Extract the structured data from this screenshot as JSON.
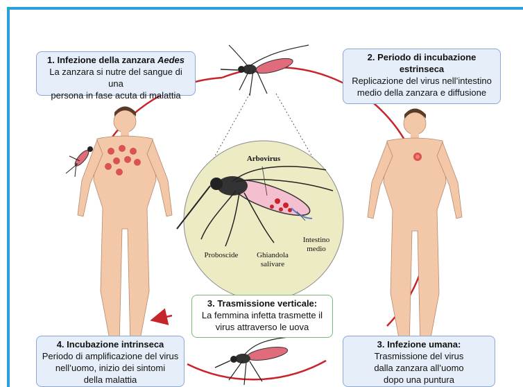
{
  "step1": {
    "title_prefix": "1. Infezione della zanzara ",
    "title_italic": "Aedes",
    "lines": [
      "La zanzara si nutre del sangue di una",
      "persona in fase acuta di malattia"
    ]
  },
  "step2": {
    "title_lines": [
      "2. Periodo di incubazione",
      "estrinseca"
    ],
    "lines": [
      "Replicazione del virus nell’intestino",
      "medio della zanzara e diffusione"
    ]
  },
  "step3_vertical": {
    "title": "3. Trasmissione verticale:",
    "lines": [
      "La femmina infetta trasmette il",
      "virus attraverso le uova"
    ]
  },
  "step3_human": {
    "title": "3. Infezione umana:",
    "lines": [
      "Trasmissione del virus",
      "dalla zanzara all’uomo",
      "dopo una puntura"
    ]
  },
  "step4": {
    "title": "4. Incubazione intrinseca",
    "lines": [
      "Periodo di amplificazione del virus",
      "nell’uomo, inizio dei sintomi",
      "della malattia"
    ]
  },
  "center_labels": {
    "arbovirus": "Arbovirus",
    "proboscide": "Proboscide",
    "ghiandola_1": "Ghiandola",
    "ghiandola_2": "salivare",
    "intestino_1": "Intestino",
    "intestino_2": "medio"
  },
  "colors": {
    "frame": "#2aa0d8",
    "cycle": "#c8242b",
    "box_fill": "#e6eef9",
    "center_fill": "#ecebc4",
    "skin": "#f2c8a8",
    "rash": "#d9534f"
  }
}
